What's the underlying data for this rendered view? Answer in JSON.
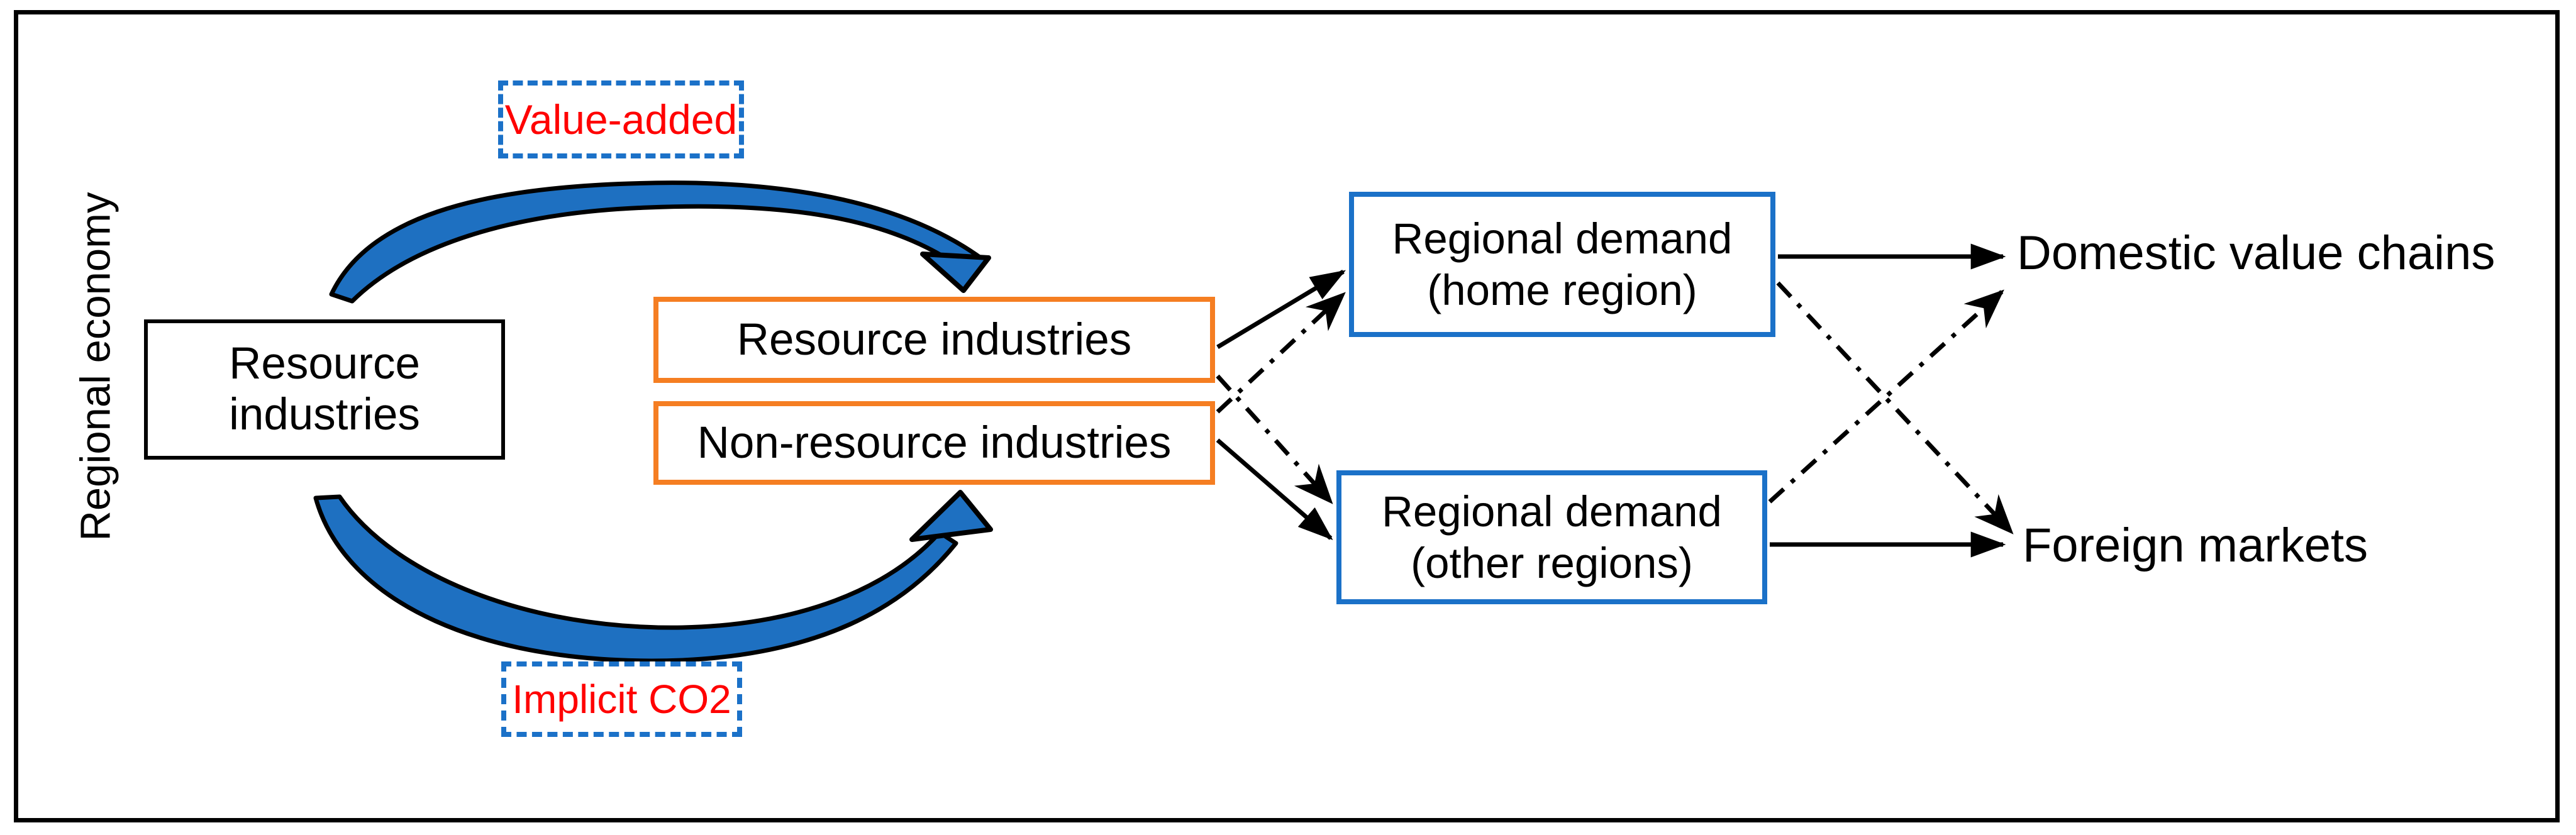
{
  "colors": {
    "accent_blue": "#1B71C8",
    "accent_orange": "#F57E22",
    "label_red": "#FF0000",
    "arrow_blue": "#1E70C1",
    "ink": "#000000"
  },
  "labels": {
    "regional_economy": "Regional economy",
    "source_box": "Resource industries",
    "value_added": "Value-added",
    "implicit_co2": "Implicit CO2",
    "industry_rows": [
      {
        "label": "Resource industries"
      },
      {
        "label": "Non-resource industries"
      }
    ],
    "demand_boxes": [
      {
        "line1": "Regional demand",
        "line2": "(home region)"
      },
      {
        "line1": "Regional demand",
        "line2": "(other regions)"
      }
    ],
    "destinations": [
      {
        "label": "Domestic value chains"
      },
      {
        "label": "Foreign markets"
      }
    ]
  }
}
